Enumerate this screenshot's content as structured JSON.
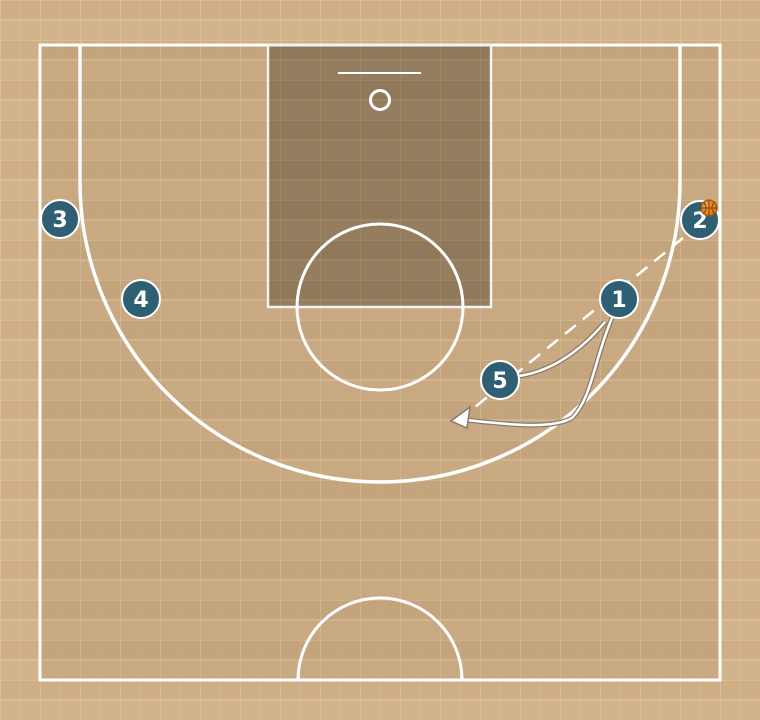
{
  "colors": {
    "floor": "#d2b48c",
    "floor_dark": "#c9a97e",
    "court_inner": "#c4a27b",
    "paint": "#8a7558",
    "lines": "#ffffff",
    "player_fill": "#2f5f73",
    "player_stroke": "#ffffff",
    "ball": "#e8821e"
  },
  "players": [
    {
      "label": "1",
      "has_ball": false
    },
    {
      "label": "2",
      "has_ball": true
    },
    {
      "label": "3",
      "has_ball": false
    },
    {
      "label": "4",
      "has_ball": false
    },
    {
      "label": "5",
      "has_ball": false
    }
  ],
  "actions": [
    {
      "type": "pass",
      "from": "2",
      "to": "5",
      "style": "dashed"
    },
    {
      "type": "cut",
      "player": "1",
      "style": "double-line-arrow"
    },
    {
      "type": "screen",
      "player": "5",
      "style": "double-line"
    }
  ],
  "icons": {
    "ball": "basketball-icon",
    "player": "player-circle-icon"
  }
}
